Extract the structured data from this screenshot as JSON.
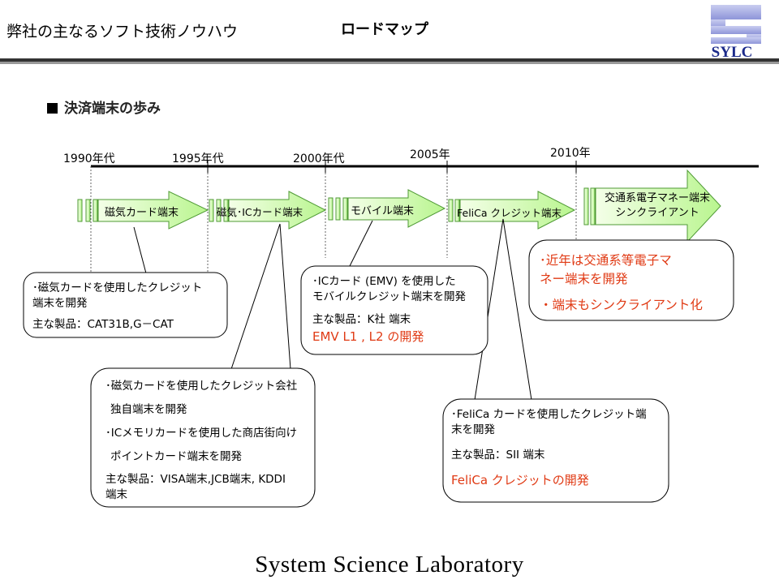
{
  "header": {
    "title": "弊社の主なるソフト技術ノウハウ",
    "subtitle": "ロードマップ",
    "logo_text": "SYLC"
  },
  "section": {
    "title": "決済端末の歩み"
  },
  "timeline": {
    "years": [
      "1990年代",
      "1995年代",
      "2000年代",
      "2005年",
      "2010年"
    ]
  },
  "terminals": [
    {
      "label": "磁気カード端末"
    },
    {
      "label": "磁気･ICカード端末"
    },
    {
      "label": "モバイル端末"
    },
    {
      "label": "FeliCa クレジット端末"
    },
    {
      "label_line1": "交通系電子マネー端末",
      "label_line2": "シンクライアント"
    }
  ],
  "callouts": {
    "magnetic": {
      "line1": "･磁気カードを使用したクレジット",
      "line2": "端末を開発",
      "product": "主な製品：CAT31B,G－CAT"
    },
    "ic": {
      "line1": "･磁気カードを使用したクレジット会社",
      "line2": "独自端末を開発",
      "line3": "･ICメモリカードを使用した商店街向け",
      "line4": "ポイントカード端末を開発",
      "product1": "主な製品：VISA端末,JCB端末, KDDI",
      "product2": "端末"
    },
    "mobile": {
      "line1": "･ICカード (EMV) を使用した",
      "line2": "モバイルクレジット端末を開発",
      "product": "主な製品：K社 端末",
      "highlight": "EMV L1 , L2 の開発"
    },
    "felica": {
      "line1": "･FeliCa カードを使用したクレジット端",
      "line2": "末を開発",
      "product": "主な製品：SII 端末",
      "highlight": "FeliCa クレジットの開発"
    },
    "transit": {
      "line1": "･近年は交通系等電子マ",
      "line2": "ネー端末を開発",
      "line3": "・端末もシンクライアント化"
    }
  },
  "footer": {
    "text": "System Science Laboratory"
  },
  "colors": {
    "arrow_fill_start": "#f4ffe8",
    "arrow_fill_end": "#b9f58f",
    "arrow_stroke": "#4f9a35",
    "highlight_red": "#e03a14"
  }
}
